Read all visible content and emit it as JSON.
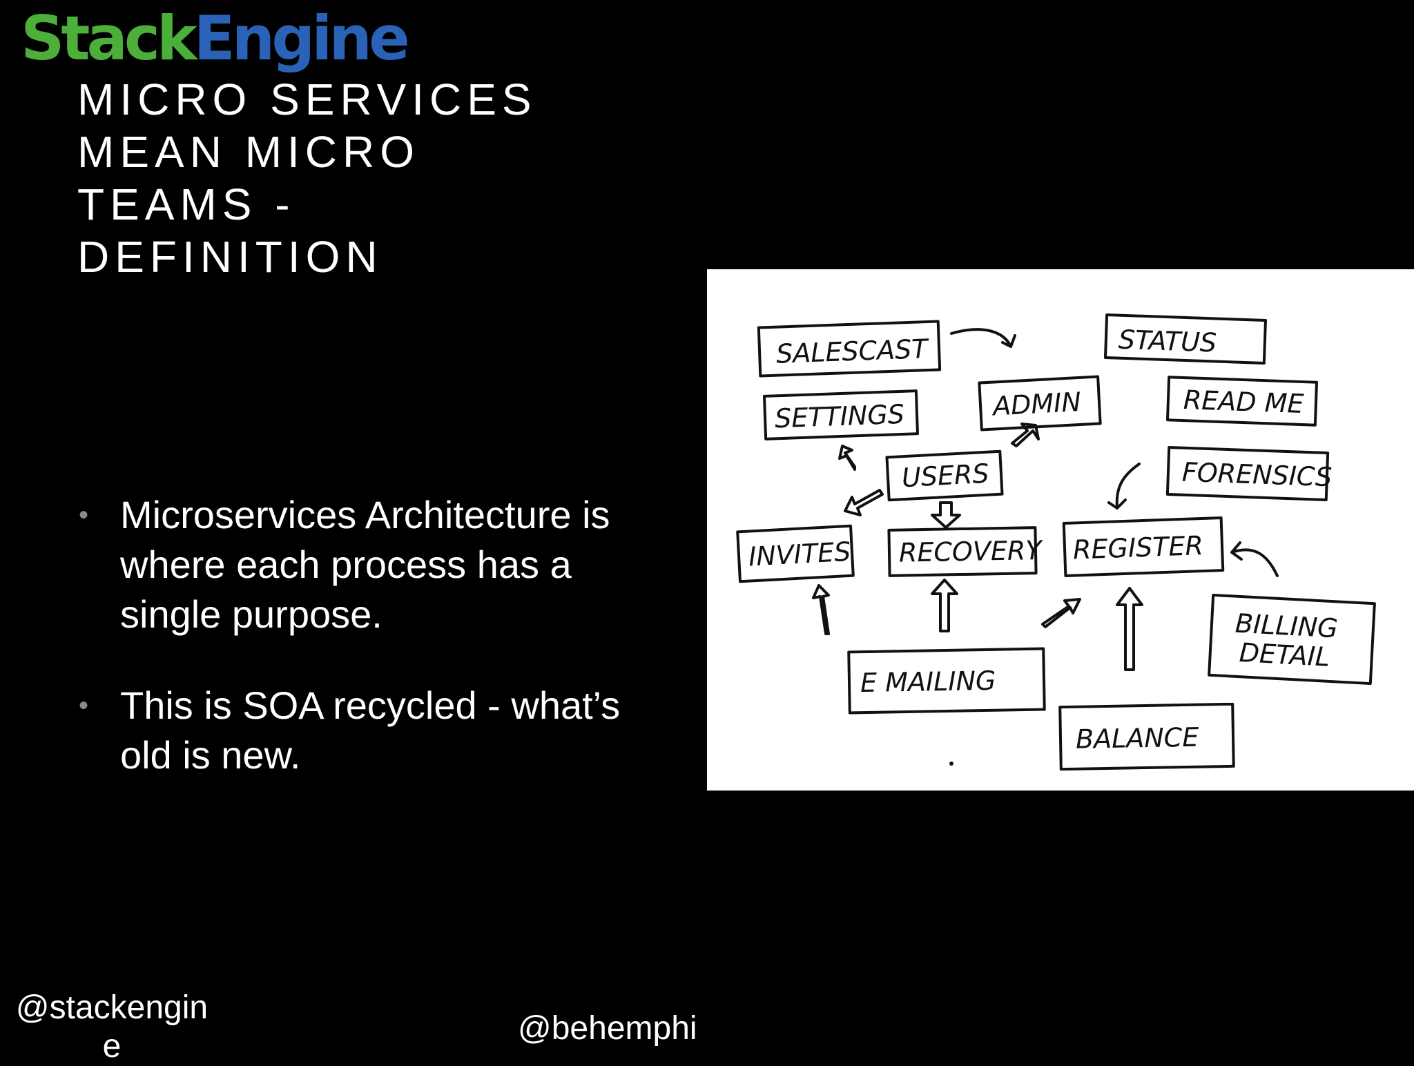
{
  "brand": {
    "logo_part1": "Stack",
    "logo_part2": "Engine",
    "colors": {
      "green": "#4caf3a",
      "blue": "#2a62b8"
    }
  },
  "slide": {
    "title_lines": [
      "MICRO SERVICES",
      "MEAN MICRO",
      "TEAMS -",
      "DEFINITION"
    ],
    "bullets": [
      {
        "marker": "•",
        "text": "Microservices Architecture is where each process has a single purpose."
      },
      {
        "marker": "•",
        "text": "This is SOA recycled - what’s old is new."
      }
    ]
  },
  "diagram": {
    "labels": {
      "salescast": "SALESCAST",
      "status": "STATUS",
      "settings": "SETTINGS",
      "admin": "ADMIN",
      "readme": "READ ME",
      "users": "USERS",
      "forensics": "FORENSICS",
      "invites": "INVITES",
      "recovery": "RECOVERY",
      "register": "REGISTER",
      "billing_line1": "BILLING",
      "billing_line2": "DETAIL",
      "emailing": "E MAILING",
      "balance": "BALANCE"
    }
  },
  "footer": {
    "left_handle": "@stackengine",
    "right_handle": "@behemphi"
  }
}
